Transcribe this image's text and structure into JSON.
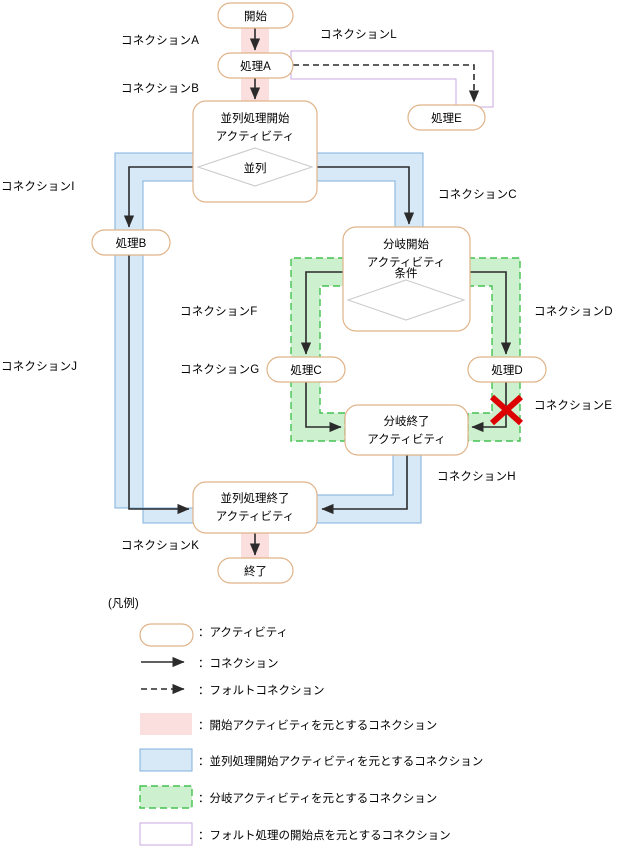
{
  "diagram": {
    "title_note": "(凡例)",
    "activities": [
      {
        "id": "start",
        "label": "開始"
      },
      {
        "id": "procA",
        "label": "処理A"
      },
      {
        "id": "parStart",
        "label_line1": "並列処理開始",
        "label_line2": "アクティビティ",
        "diamond": "並列"
      },
      {
        "id": "procE",
        "label": "処理E"
      },
      {
        "id": "procB",
        "label": "処理B"
      },
      {
        "id": "branchStart",
        "label_line1": "分岐開始",
        "label_line2": "アクティビティ",
        "diamond": "条件"
      },
      {
        "id": "procC",
        "label": "処理C"
      },
      {
        "id": "procD",
        "label": "処理D"
      },
      {
        "id": "branchEnd",
        "label_line1": "分岐終了",
        "label_line2": "アクティビティ"
      },
      {
        "id": "parEnd",
        "label_line1": "並列処理終了",
        "label_line2": "アクティビティ"
      },
      {
        "id": "end",
        "label": "終了"
      }
    ],
    "connection_labels": {
      "A": "コネクションA",
      "B": "コネクションB",
      "C": "コネクションC",
      "D": "コネクションD",
      "E": "コネクションE",
      "F": "コネクションF",
      "G": "コネクションG",
      "H": "コネクションH",
      "I": "コネクションI",
      "J": "コネクションJ",
      "K": "コネクションK",
      "L": "コネクションL"
    },
    "legend": {
      "heading": "(凡例)",
      "items": [
        {
          "swatch": "rounded-box",
          "label": "：アクティビティ"
        },
        {
          "swatch": "solid-arrow",
          "label": "：コネクション"
        },
        {
          "swatch": "dashed-arrow",
          "label": "：フォルトコネクション"
        },
        {
          "swatch": "band-pink",
          "label": "：開始アクティビティを元とするコネクション"
        },
        {
          "swatch": "band-blue",
          "label": "：並列処理開始アクティビティを元とするコネクション"
        },
        {
          "swatch": "band-green",
          "label": "：分岐アクティビティを元とするコネクション"
        },
        {
          "swatch": "band-purple",
          "label": "：フォルト処理の開始点を元とするコネクション"
        }
      ]
    },
    "colors": {
      "activity_border": "#e0b388",
      "band_pink": "#fbdede",
      "band_blue_fill": "#d7e8f7",
      "band_blue_stroke": "#7fb2dd",
      "band_green_fill": "#cdf0ce",
      "band_green_stroke": "#44c251",
      "band_purple_stroke": "#c8a8e0",
      "connection": "#2b2b2b",
      "diamond_stroke": "#cccccc",
      "x_mark": "#dd0000"
    }
  }
}
